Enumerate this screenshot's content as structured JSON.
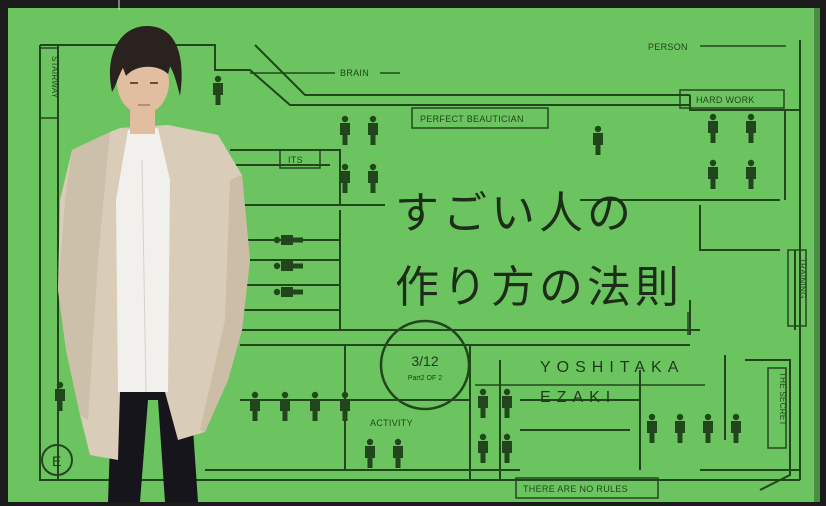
{
  "labels": {
    "brain": "BRAIN",
    "person": "PERSON",
    "hard_work": "HARD WORK",
    "perfect_beautician": "PERFECT BEAUTICIAN",
    "its": "ITS",
    "training": "TRAINING",
    "the_secret": "THE SECRET",
    "activity": "ACTIVITY",
    "there_are_no_rules": "THERE ARE NO RULES",
    "stairway": "STAIRWAY"
  },
  "title": {
    "line1": "すごい人の",
    "line2": "作り方の法則"
  },
  "author": {
    "first": "YOSHITAKA",
    "last": "EZAKI"
  },
  "badge": {
    "date": "3/12",
    "part": "Part2 OF 2"
  },
  "exit_marker": "E",
  "colors": {
    "background_green": "#6cc460",
    "line_dark": "#21461c",
    "frame": "#1b1b1b",
    "coat": "#d9cdb9",
    "shirt": "#f1f0ec",
    "pants": "#17151c",
    "hair": "#2a221e",
    "skin": "#e2bea0"
  }
}
